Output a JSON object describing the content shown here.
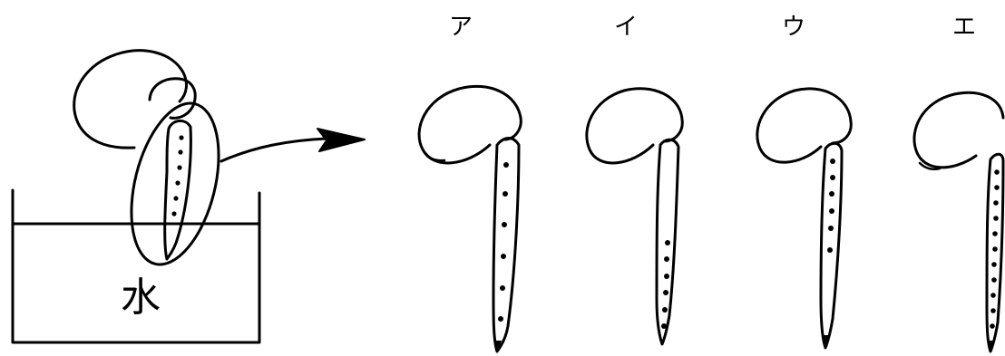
{
  "figure": {
    "water_label": "水",
    "option_labels": [
      "ア",
      "イ",
      "ウ",
      "エ"
    ]
  },
  "seedlings": [
    {
      "label": "ア",
      "dot_spacing": "even",
      "dot_count": 6
    },
    {
      "label": "イ",
      "dot_spacing": "clustered-at-tip",
      "dot_count": 6
    },
    {
      "label": "ウ",
      "dot_spacing": "clustered-at-base",
      "dot_count": 6
    },
    {
      "label": "エ",
      "dot_spacing": "dense-even",
      "dot_count": 11
    }
  ]
}
